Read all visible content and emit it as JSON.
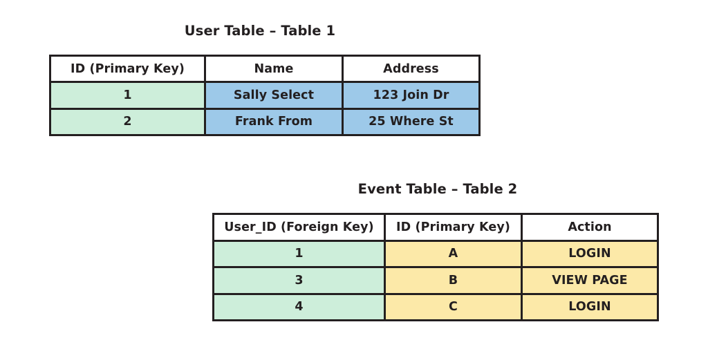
{
  "page": {
    "background": "#ffffff",
    "ink": "#231f20"
  },
  "palette": {
    "green": "#cdeeda",
    "blue": "#9dc9e9",
    "yellow": "#fce9a8",
    "border": "#231f20",
    "white": "#ffffff"
  },
  "tables": [
    {
      "id": "user-table",
      "title": "User Table – Table 1",
      "columns": [
        "ID (Primary Key)",
        "Name",
        "Address"
      ],
      "rows": [
        [
          "1",
          "Sally Select",
          "123 Join Dr"
        ],
        [
          "2",
          "Frank From",
          "25 Where St"
        ]
      ],
      "column_fills": [
        "green",
        "blue",
        "blue"
      ]
    },
    {
      "id": "event-table",
      "title": "Event Table – Table 2",
      "columns": [
        "User_ID (Foreign Key)",
        "ID (Primary Key)",
        "Action"
      ],
      "rows": [
        [
          "1",
          "A",
          "LOGIN"
        ],
        [
          "3",
          "B",
          "VIEW PAGE"
        ],
        [
          "4",
          "C",
          "LOGIN"
        ]
      ],
      "column_fills": [
        "green",
        "yellow",
        "yellow"
      ]
    }
  ]
}
